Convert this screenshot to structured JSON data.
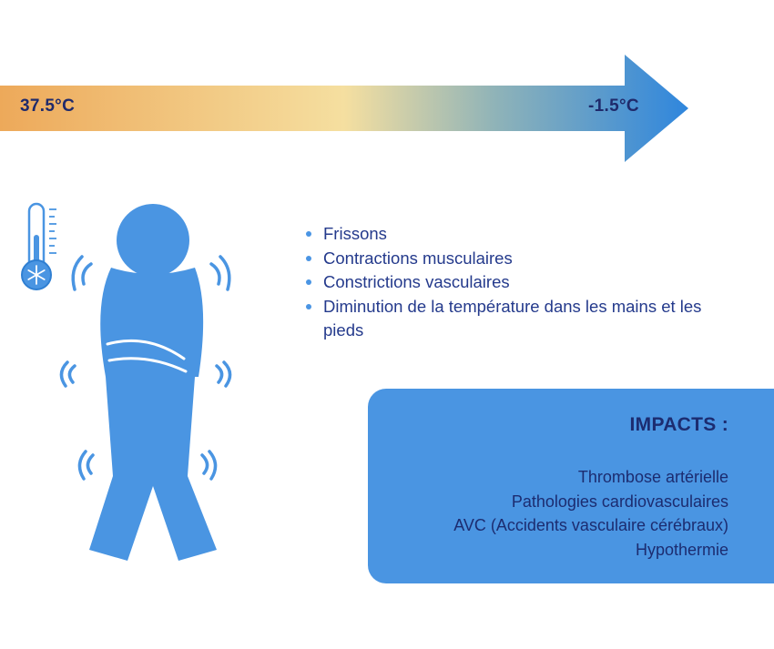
{
  "scale": {
    "start_label": "37.5°C",
    "end_label": "-1.5°C",
    "gradient_colors": [
      "#eda95a",
      "#f5dfa0",
      "#8fb3b8",
      "#2f86dd"
    ]
  },
  "icons": {
    "thermometer": "thermometer-snowflake-icon",
    "figure": "shivering-person-icon"
  },
  "symptoms": [
    "Frissons",
    "Contractions musculaires",
    "Constrictions vasculaires",
    "Diminution de la température dans les mains et les pieds"
  ],
  "impacts": {
    "title": "IMPACTS :",
    "items": [
      "Thrombose artérielle",
      "Pathologies cardiovasculaires",
      "AVC (Accidents vasculaire cérébraux)",
      "Hypothermie"
    ]
  },
  "colors": {
    "figure": "#4a95e2",
    "text_dark": "#1f2a6b",
    "box": "#4a95e2"
  }
}
